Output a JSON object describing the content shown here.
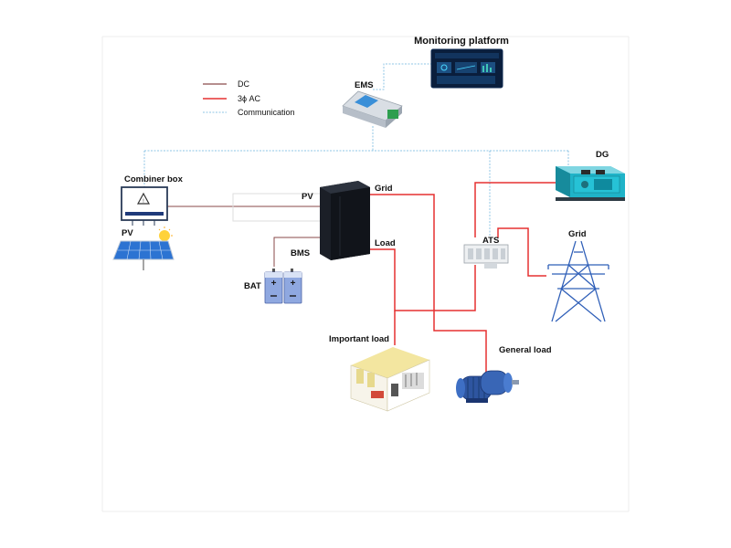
{
  "title": "Monitoring platform",
  "legend": {
    "dc": "DC",
    "ac": "3ϕ AC",
    "comm": "Communication"
  },
  "colors": {
    "dc": "#8a4a4a",
    "ac": "#e53030",
    "comm": "#8fc6e6"
  },
  "labels": {
    "ems": "EMS",
    "combiner_box": "Combiner box",
    "pv_panel": "PV",
    "pv_line": "PV",
    "bms": "BMS",
    "bat": "BAT",
    "grid_line": "Grid",
    "load_line": "Load",
    "dg": "DG",
    "ats": "ATS",
    "grid_tower": "Grid",
    "important_load": "Important load",
    "general_load": "General load"
  },
  "icons": {
    "monitor": "monitor-screen-icon",
    "ems": "ems-controller-icon",
    "combiner": "combiner-box-icon",
    "solar": "solar-panel-icon",
    "battery": "battery-icon",
    "inverter": "inverter-cabinet-icon",
    "generator": "diesel-generator-icon",
    "ats": "ats-switch-icon",
    "tower": "power-tower-icon",
    "room": "important-load-room-icon",
    "motor": "motor-icon"
  }
}
